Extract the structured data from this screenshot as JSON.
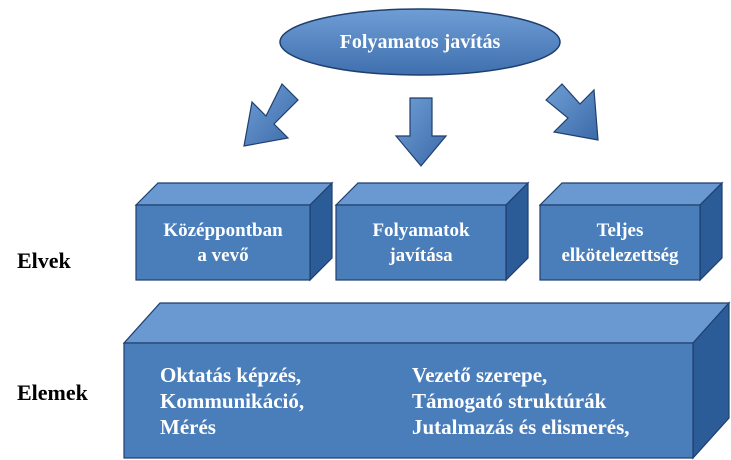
{
  "top": {
    "label": "Folyamatos javítás"
  },
  "row_labels": {
    "elvek": "Elvek",
    "elemek": "Elemek"
  },
  "principles": [
    {
      "line1": "Középpontban",
      "line2": "a vevő"
    },
    {
      "line1": "Folyamatok",
      "line2": "javítása"
    },
    {
      "line1": "Teljes",
      "line2": "elkötelezettség"
    }
  ],
  "elements": {
    "left": [
      "Oktatás képzés,",
      "Kommunikáció,",
      "Mérés"
    ],
    "right": [
      "Vezető szerepe,",
      "Támogató struktúrák",
      "Jutalmazás és elismerés,"
    ]
  },
  "colors": {
    "front": "#4a7ebb",
    "top": "#6a98d0",
    "side": "#2c5c98",
    "stroke": "#1f3f6e"
  }
}
